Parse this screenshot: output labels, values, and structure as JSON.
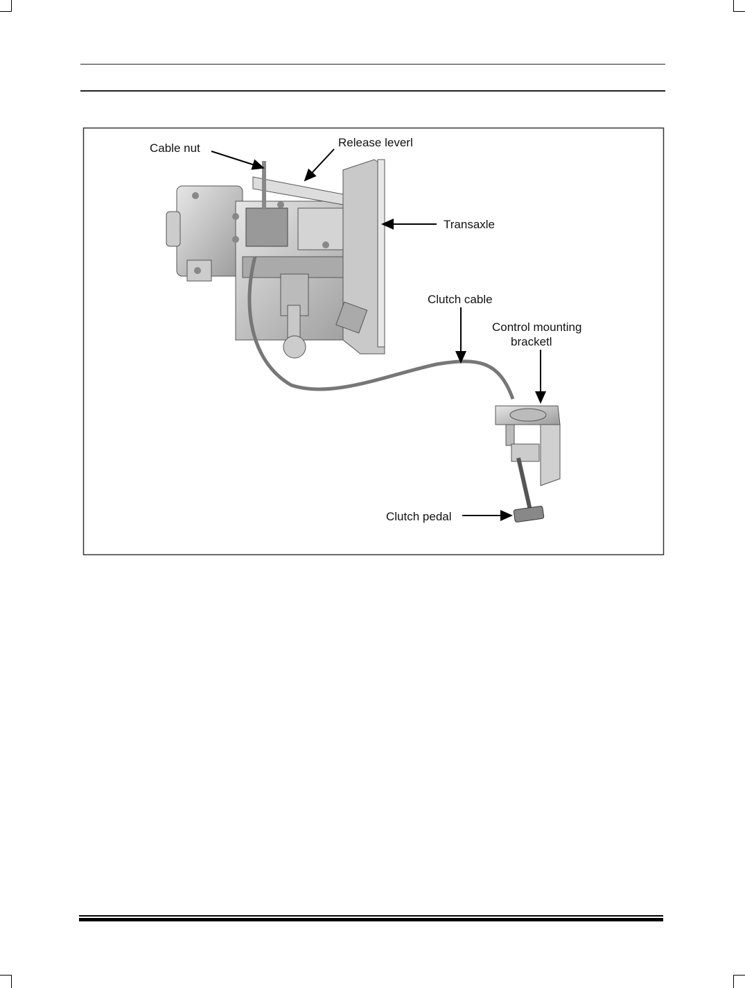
{
  "figure": {
    "labels": {
      "cable_nut": "Cable nut",
      "release_lever": "Release leverl",
      "transaxle": "Transaxle",
      "clutch_cable": "Clutch cable",
      "control_mounting_line1": "Control mounting",
      "control_mounting_line2": "bracketl",
      "clutch_pedal": "Clutch pedal"
    }
  }
}
